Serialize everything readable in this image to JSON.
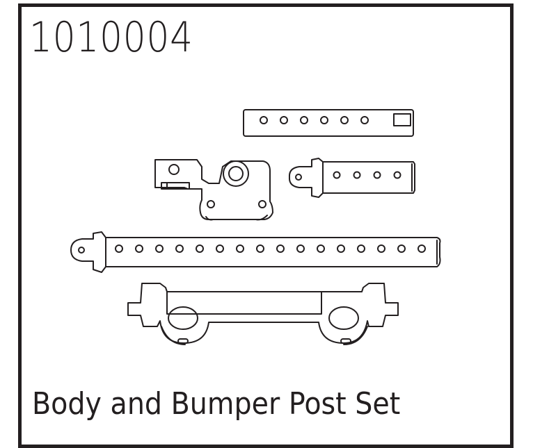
{
  "product": {
    "part_number": "1010004",
    "name": "Body and Bumper Post Set"
  },
  "illustration": {
    "icon": "parts-line-drawing-icon",
    "stroke_color": "#231f20",
    "background_color": "#ffffff",
    "parts": [
      {
        "id": "short-body-post",
        "holes": 6
      },
      {
        "id": "body-post-mount",
        "holes": 3
      },
      {
        "id": "medium-body-post",
        "holes": 4
      },
      {
        "id": "long-body-post",
        "holes": 16
      },
      {
        "id": "bumper-mount",
        "holes": 2
      }
    ]
  }
}
